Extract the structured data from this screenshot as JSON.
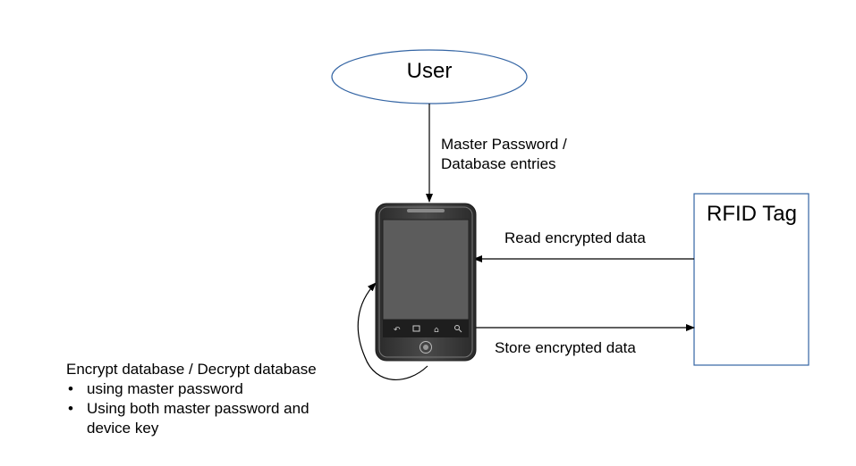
{
  "nodes": {
    "user": "User",
    "rfid_tag": "RFID Tag"
  },
  "edges": {
    "user_to_phone": [
      "Master Password /",
      "Database entries"
    ],
    "rfid_to_phone": "Read encrypted data",
    "phone_to_rfid": "Store encrypted data"
  },
  "self_loop": {
    "heading": "Encrypt database / Decrypt database",
    "items": [
      "using master password",
      "Using both master password and",
      "device key"
    ]
  }
}
